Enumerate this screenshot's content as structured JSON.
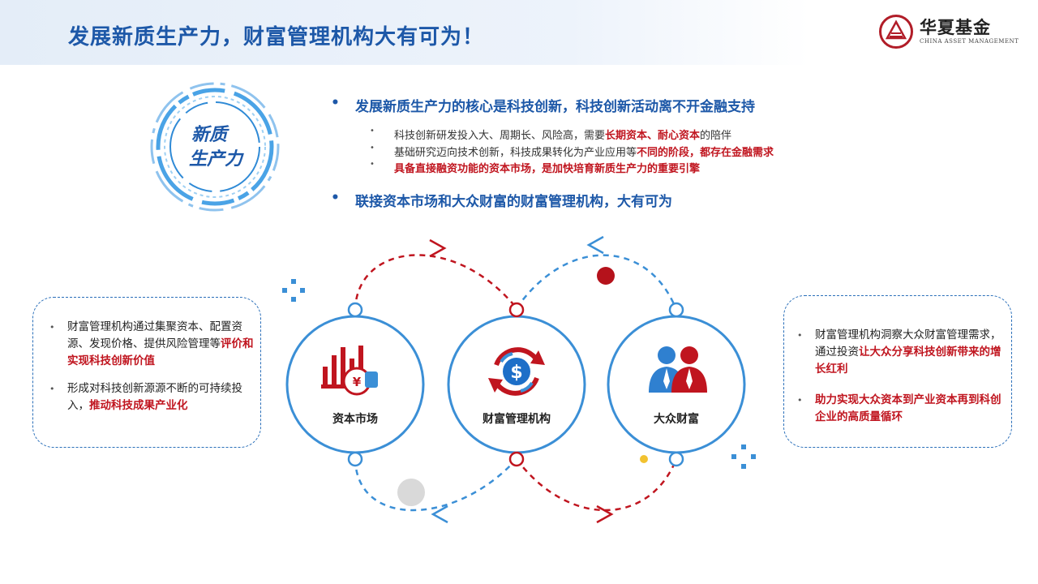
{
  "header": {
    "title": "发展新质生产力，财富管理机构大有可为！",
    "logo_cn": "华夏基金",
    "logo_en": "CHINA ASSET MANAGEMENT"
  },
  "badge": {
    "line1": "新质",
    "line2": "生产力"
  },
  "points": [
    {
      "text": "发展新质生产力的核心是科技创新，科技创新活动离不开金融支持",
      "sub": [
        [
          {
            "t": "科技创新研发投入大、周期长、风险高，需要",
            "red": false
          },
          {
            "t": "长期资本、耐心资本",
            "red": true
          },
          {
            "t": "的陪伴",
            "red": false
          }
        ],
        [
          {
            "t": "基础研究迈向技术创新，科技成果转化为产业应用等",
            "red": false
          },
          {
            "t": "不同的阶段，都存在金融需求",
            "red": true
          }
        ],
        [
          {
            "t": "具备直接融资功能的资本市场，是加快培育新质生产力的重要引擎",
            "red": true
          }
        ]
      ]
    },
    {
      "text": "联接资本市场和大众财富的财富管理机构，大有可为",
      "sub": []
    }
  ],
  "left_box": [
    [
      {
        "t": "财富管理机构通过集聚资本、配置资源、发现价格、提供风险管理等",
        "red": false
      },
      {
        "t": "评价和实现科技创新价值",
        "red": true
      }
    ],
    [
      {
        "t": "形成对科技创新源源不断的可持续投入，",
        "red": false
      },
      {
        "t": "推动科技成果产业化",
        "red": true
      }
    ]
  ],
  "right_box": [
    [
      {
        "t": "财富管理机构洞察大众财富管理需求，通过投资",
        "red": false
      },
      {
        "t": "让大众分享科技创新带来的增长红利",
        "red": true
      }
    ],
    [
      {
        "t": "助力实现大众资本到产业资本再到科创企业的高质量循环",
        "red": true
      }
    ]
  ],
  "circles": [
    {
      "label": "资本市场",
      "icon": "capital-market-chart-icon"
    },
    {
      "label": "财富管理机构",
      "icon": "dollar-exchange-icon"
    },
    {
      "label": "大众财富",
      "icon": "people-icon"
    }
  ],
  "colors": {
    "blue": "#1d58a8",
    "red": "#c0151f",
    "dash_blue": "#3b8fd6",
    "dash_red": "#c0151f"
  }
}
